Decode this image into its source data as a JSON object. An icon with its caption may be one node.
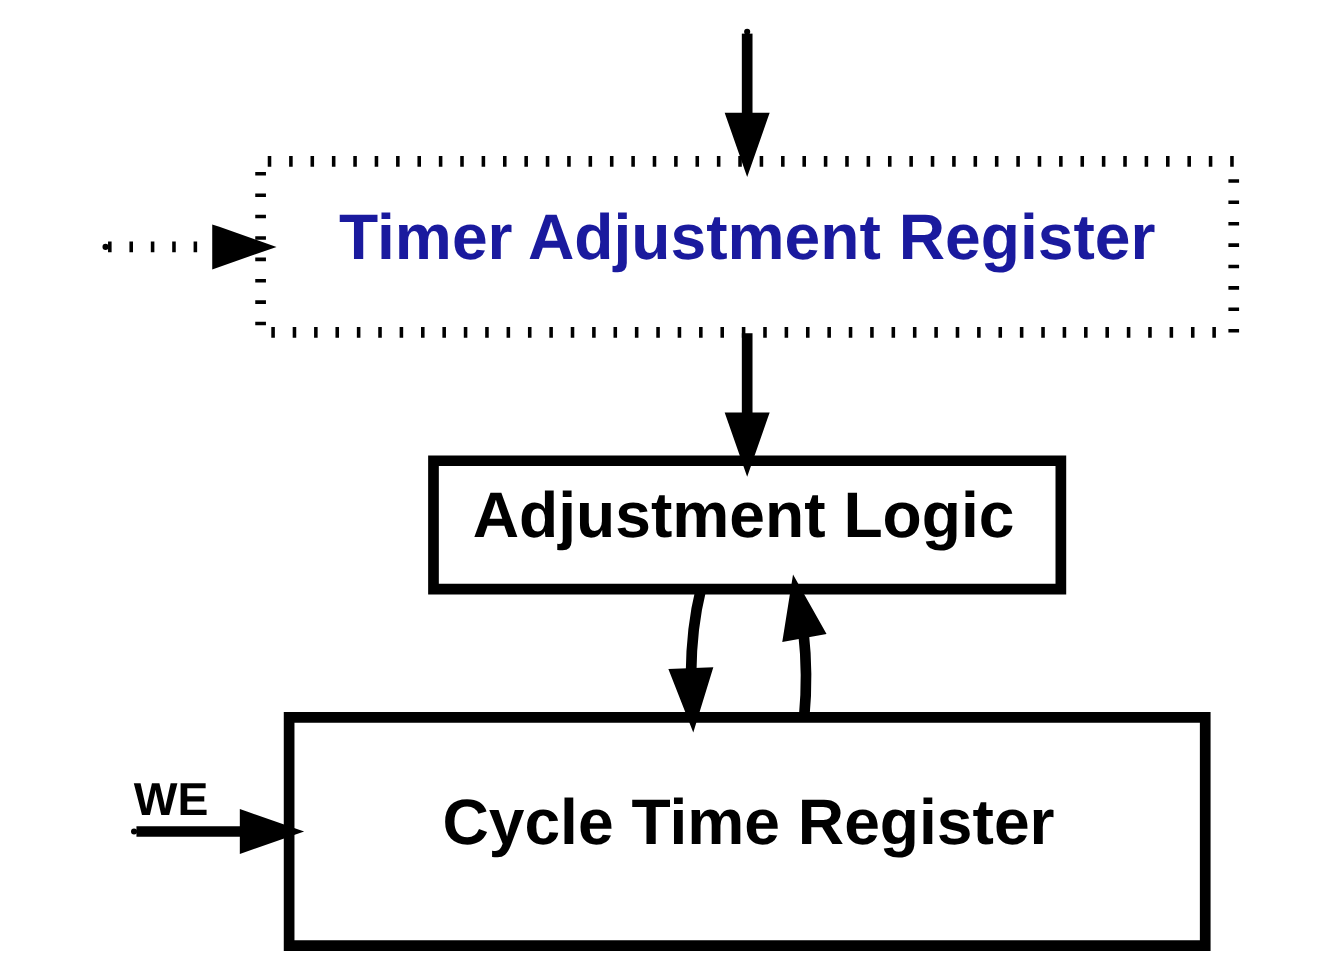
{
  "diagram": {
    "nodes": [
      {
        "text": [
          "Timer Adjustment Register"
        ]
      },
      {
        "text": [
          "Adjustment Logic"
        ]
      },
      {
        "text": [
          "Cycle Time Register"
        ]
      }
    ],
    "edges": [
      {
        "from": null,
        "to": 0,
        "arrow": "to",
        "style": "dashed"
      },
      {
        "from": null,
        "to": 0,
        "arrow": "to"
      },
      {
        "from": 0,
        "to": 1,
        "arrow": "to"
      },
      {
        "from": 2,
        "to": 1,
        "arrow": "to"
      },
      {
        "from": 1,
        "to": 2,
        "arrow": "to"
      },
      {
        "from": null,
        "to": 2,
        "arrow": "to",
        "label": "WE"
      }
    ]
  }
}
